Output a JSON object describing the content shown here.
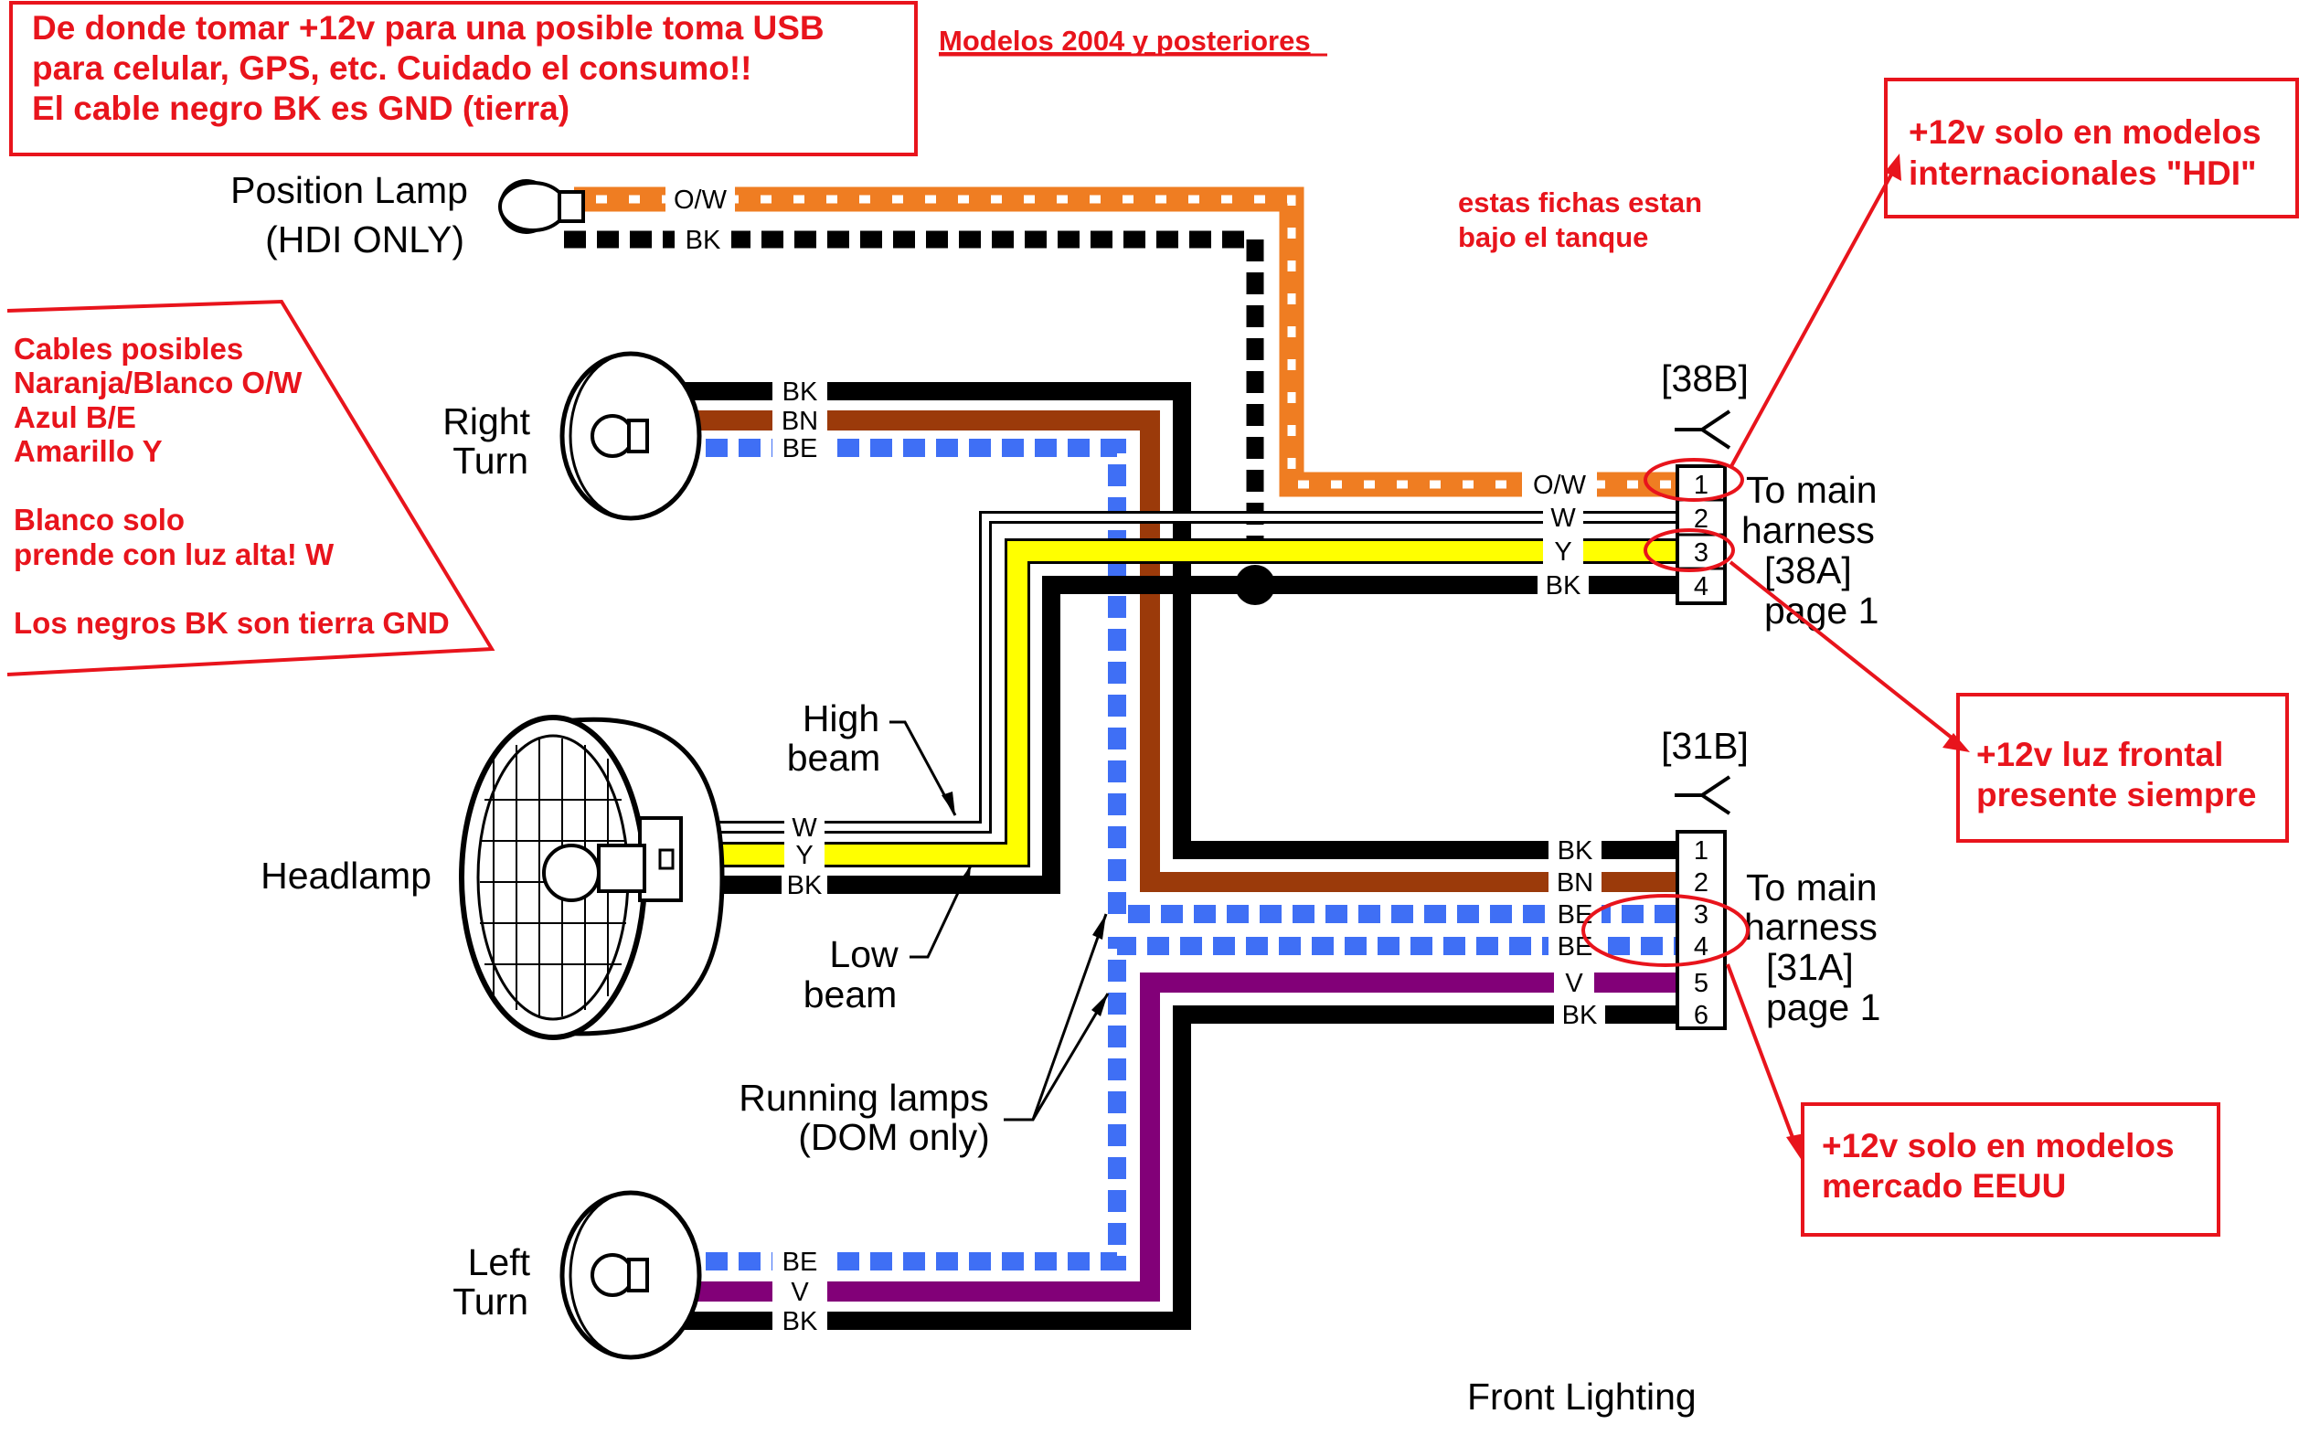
{
  "notes": {
    "usb_note": {
      "line1": "De donde tomar +12v para una posible toma USB",
      "line2": "para celular, GPS, etc. Cuidado el consumo!!",
      "line3": "El cable negro BK es GND (tierra)"
    },
    "models": "Modelos 2004 y posteriores",
    "under_tank": {
      "line1": "estas fichas estan",
      "line2": "bajo el tanque"
    },
    "cables": {
      "line1": "Cables posibles",
      "line2": "Naranja/Blanco O/W",
      "line3": "Azul B/E",
      "line4": "Amarillo Y",
      "line5": "Blanco solo",
      "line6": "prende con luz alta! W",
      "line7": "Los negros BK son tierra GND"
    },
    "hdi": {
      "line1": "+12v solo en modelos",
      "line2": "internacionales \"HDI\""
    },
    "front_always": {
      "line1": "+12v luz frontal",
      "line2": "presente siempre"
    },
    "usa": {
      "line1": "+12v solo en modelos",
      "line2": "mercado EEUU"
    }
  },
  "components": {
    "position_lamp": {
      "line1": "Position Lamp",
      "line2": "(HDI ONLY)"
    },
    "right_turn": {
      "line1": "Right",
      "line2": "Turn"
    },
    "headlamp": "Headlamp",
    "high_beam": {
      "line1": "High",
      "line2": "beam"
    },
    "low_beam": {
      "line1": "Low",
      "line2": "beam"
    },
    "running_lamps": {
      "line1": "Running lamps",
      "line2": "(DOM only)"
    },
    "left_turn": {
      "line1": "Left",
      "line2": "Turn"
    }
  },
  "connectors": {
    "c38": {
      "id": "[38B]",
      "pins": [
        "1",
        "2",
        "3",
        "4"
      ],
      "desc": {
        "line1": "To main",
        "line2": "harness",
        "line3": "[38A]",
        "line4": "page 1"
      }
    },
    "c31": {
      "id": "[31B]",
      "pins": [
        "1",
        "2",
        "3",
        "4",
        "5",
        "6"
      ],
      "desc": {
        "line1": "To main",
        "line2": "harness",
        "line3": "[31A]",
        "line4": "page 1"
      }
    }
  },
  "wire_labels": {
    "pos_ow": "O/W",
    "pos_bk": "BK",
    "rt_bk": "BK",
    "rt_bn": "BN",
    "rt_be": "BE",
    "hl_w": "W",
    "hl_y": "Y",
    "hl_bk": "BK",
    "lt_be": "BE",
    "lt_v": "V",
    "lt_bk": "BK",
    "c38_ow": "O/W",
    "c38_w": "W",
    "c38_y": "Y",
    "c38_bk": "BK",
    "c31_bk": "BK",
    "c31_bn": "BN",
    "c31_be3": "BE",
    "c31_be4": "BE",
    "c31_v": "V",
    "c31_bk6": "BK"
  },
  "title": "Front Lighting",
  "colors": {
    "black": "#000000",
    "orange": "#ef7d22",
    "brown": "#9b3a0a",
    "blue": "#3f6ff5",
    "yellow": "#ffff00",
    "violet": "#820078",
    "annotation_red": "#e8141c"
  }
}
